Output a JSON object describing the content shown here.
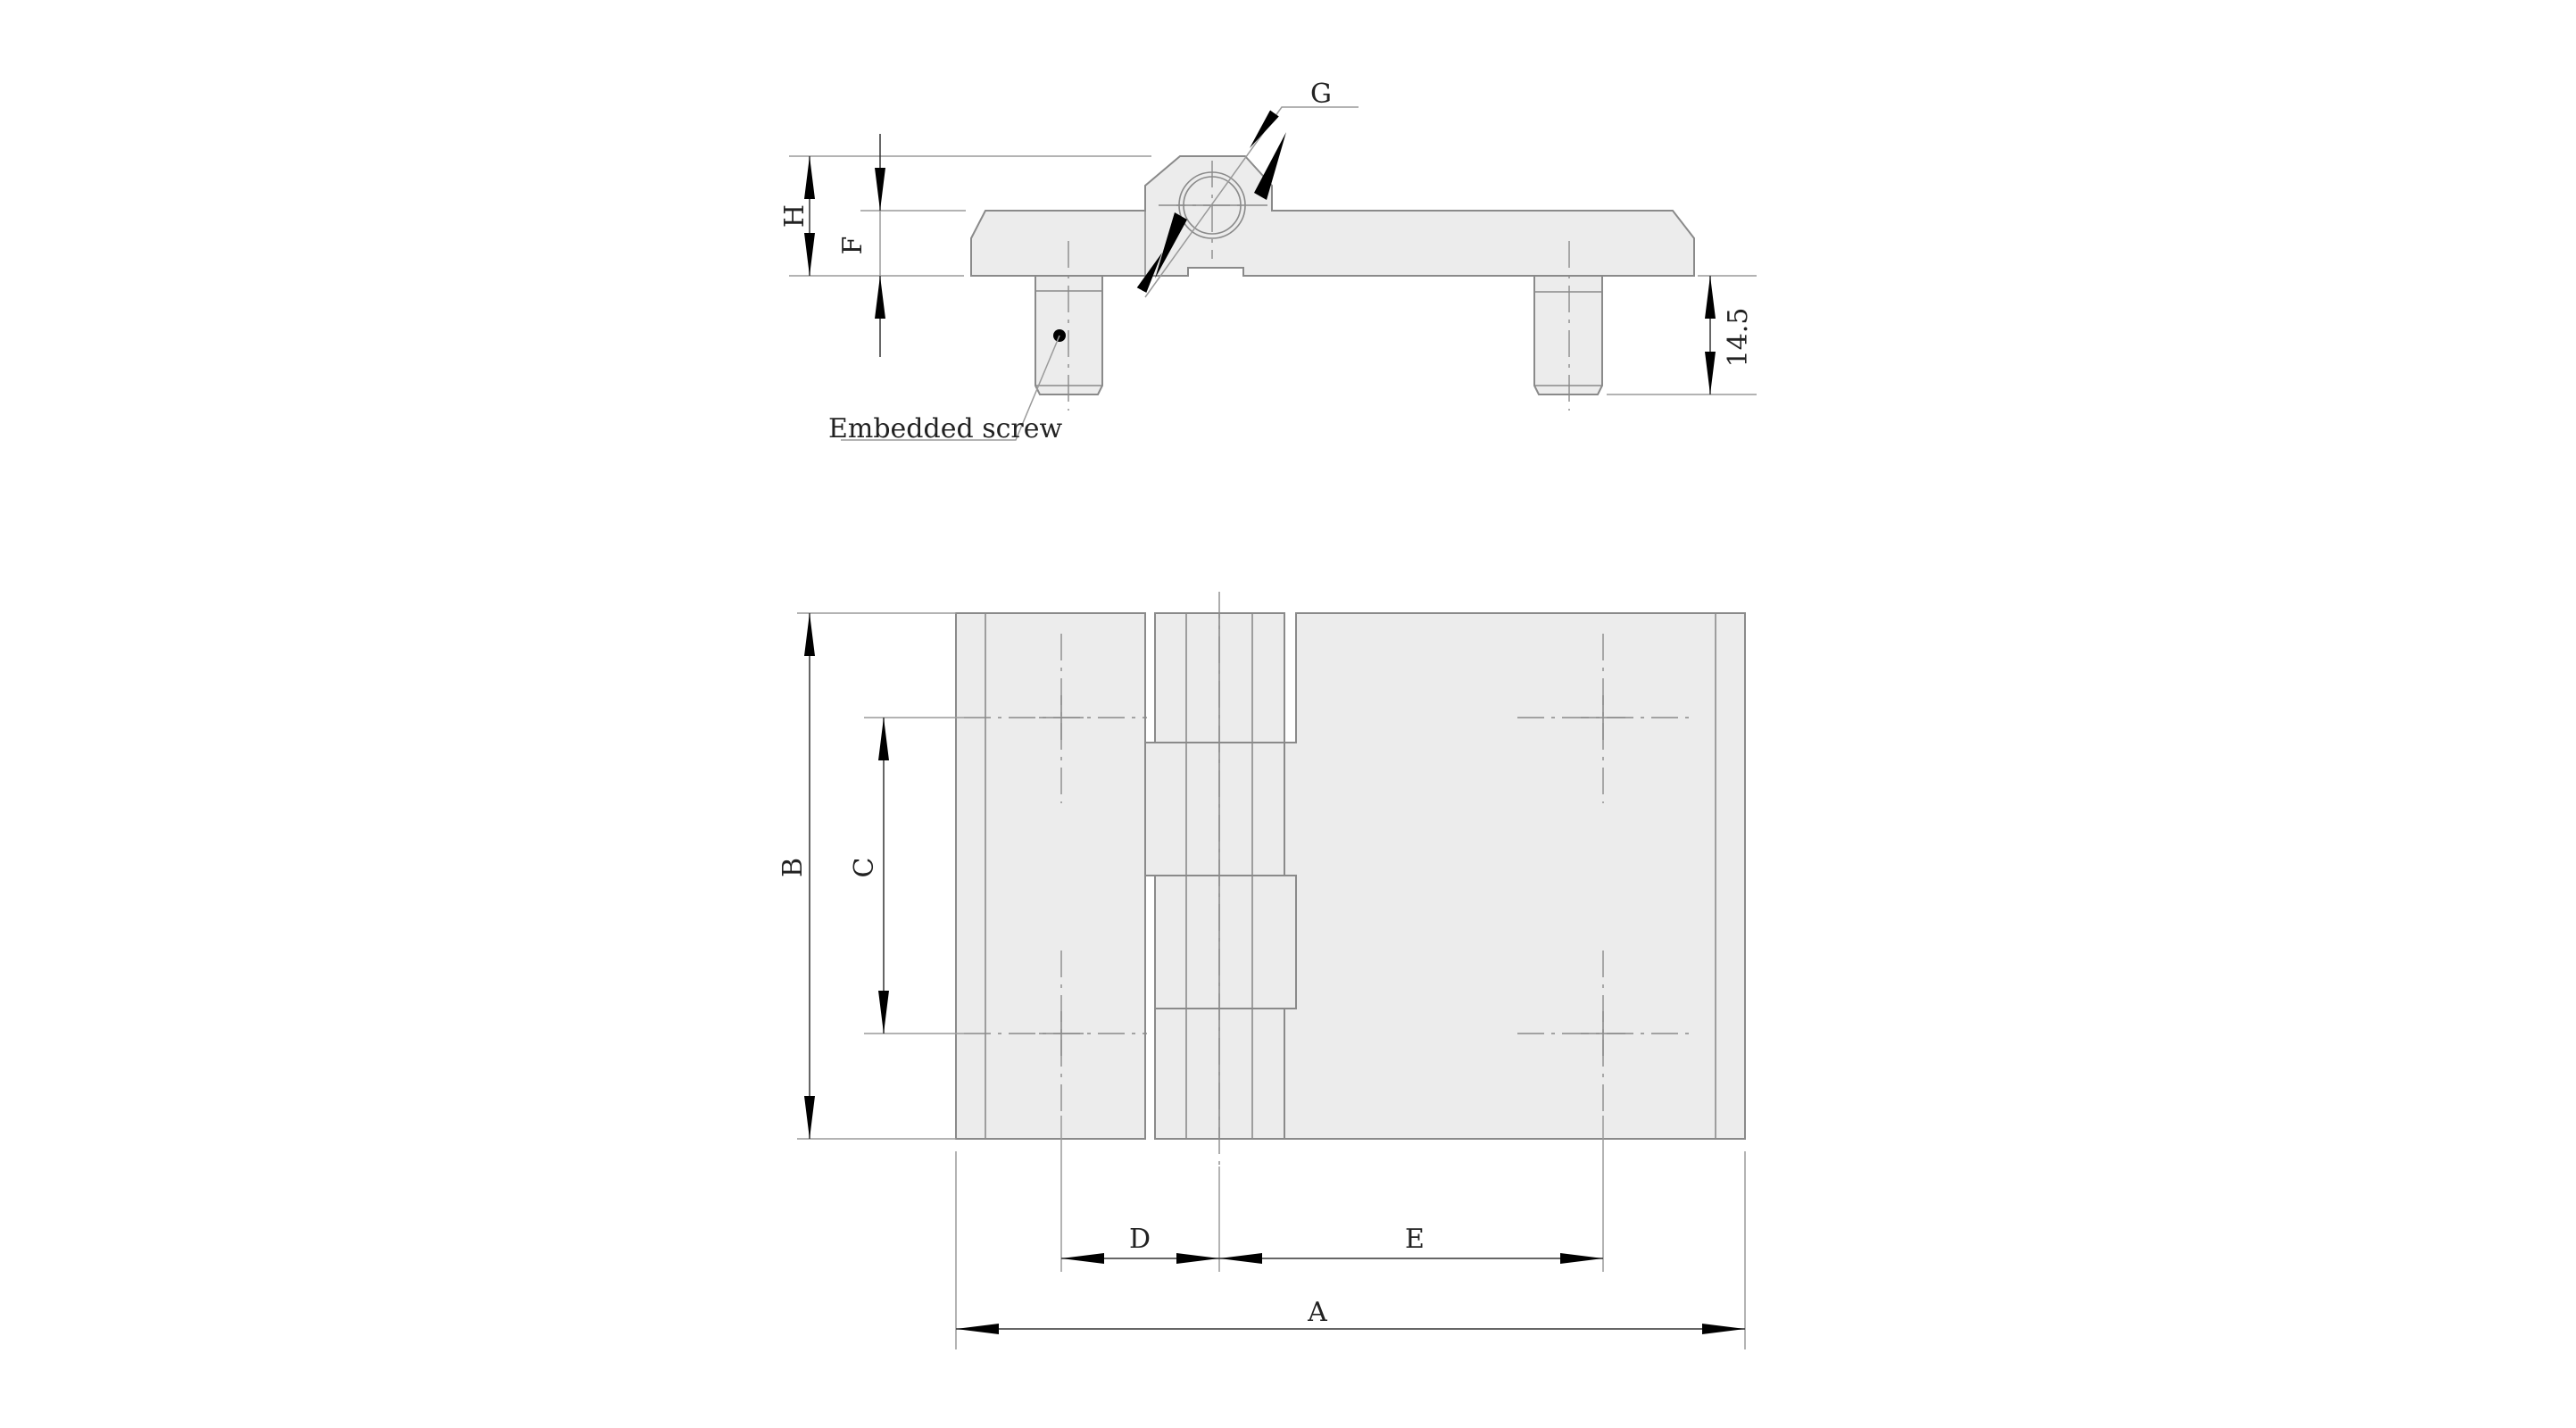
{
  "drawing": {
    "top_view": {
      "dim_G": "G",
      "dim_H": "H",
      "dim_F": "F",
      "dim_pin_length": "14.5",
      "callout_screw": "Embedded screw"
    },
    "plan_view": {
      "dim_A": "A",
      "dim_B": "B",
      "dim_C": "C",
      "dim_D": "D",
      "dim_E": "E"
    },
    "colors": {
      "part_fill": "#ececec",
      "outline": "#8a8a8a",
      "arrow": "#000000"
    }
  }
}
